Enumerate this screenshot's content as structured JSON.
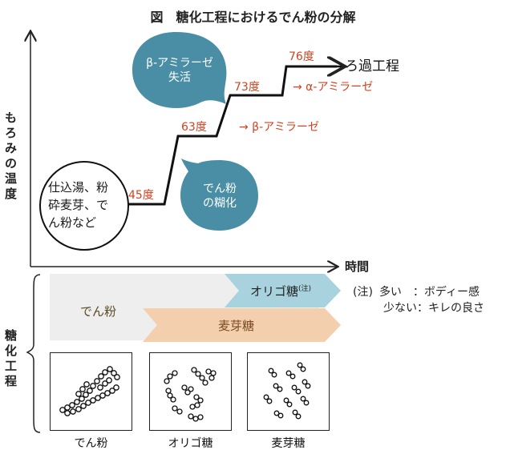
{
  "title": "図　糖化工程におけるでん粉の分解",
  "y_axis_label": "もろみの温度",
  "x_axis_label": "時間",
  "start_box": {
    "lines": [
      "仕込湯、粉",
      "砕麦芽、で",
      "ん粉など"
    ]
  },
  "temperatures": [
    "45度",
    "63度",
    "73度",
    "76度"
  ],
  "enzymes": {
    "beta": "→ β-アミラーゼ",
    "alpha": "→ α-アミラーゼ"
  },
  "end_label": "ろ過工程",
  "bubbles": {
    "beta_inactive": [
      "β-アミラーゼ",
      "失活"
    ],
    "gelatinize": [
      "でん粉",
      "の糊化"
    ]
  },
  "process_label": "糖化工程",
  "bands": {
    "starch": "でん粉",
    "oligo": "オリゴ糖",
    "oligo_note": "(注)",
    "maltose": "麦芽糖"
  },
  "note": {
    "mark": "(注)",
    "line1": "多い　：ボディー感",
    "line2": "少ない：キレの良さ"
  },
  "captions": [
    "でん粉",
    "オリゴ糖",
    "麦芽糖"
  ],
  "colors": {
    "bubble": "#4a8ea5",
    "temp": "#d2421e",
    "starch_band": "#eeeeee",
    "oligo_band": "#a9d2df",
    "maltose_band": "#f3cfae"
  }
}
